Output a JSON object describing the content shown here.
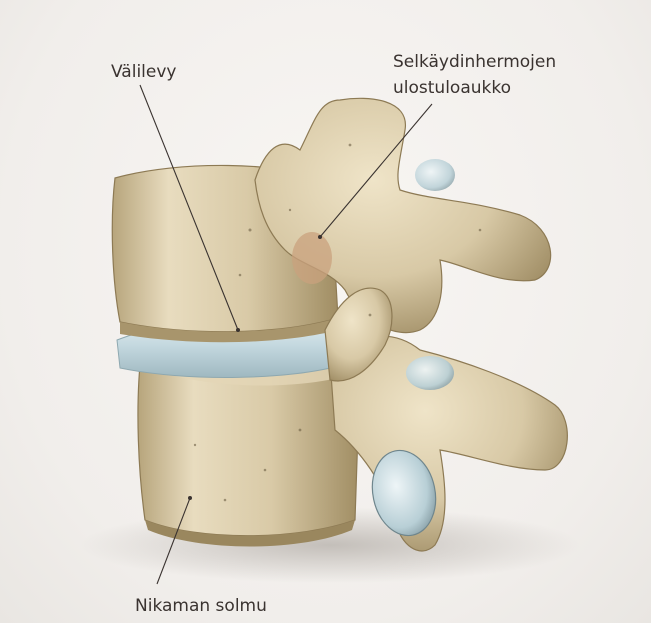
{
  "figure": {
    "labels": {
      "intervertebral_disc": "Välilevy",
      "nerve_exit_line1": "Selkäydinhermojen",
      "nerve_exit_line2": "ulostuloaukko",
      "vertebral_body": "Nikaman solmu"
    },
    "colors": {
      "background": "#f3f0ed",
      "bone": "#d8c9a6",
      "bone_shadow": "#a8956c",
      "disc": "#c9dde3",
      "label_text": "#3a3330",
      "leader_line": "#3a3330"
    }
  }
}
